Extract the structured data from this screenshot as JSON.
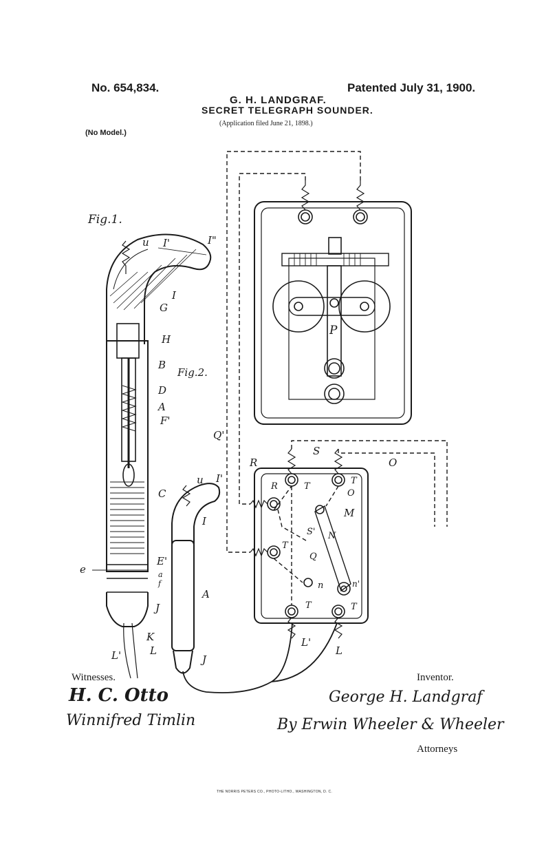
{
  "header": {
    "patent_number": "No. 654,834.",
    "patent_date": "Patented July 31, 1900.",
    "inventor": "G. H. LANDGRAF.",
    "title": "SECRET TELEGRAPH SOUNDER.",
    "application": "(Application filed June 21, 1898.)",
    "model": "(No Model.)"
  },
  "figure_labels": {
    "fig1": "Fig.1.",
    "fig2": "Fig.2.",
    "u": "u",
    "I1": "I'",
    "I2": "I\"",
    "I": "I",
    "G": "G",
    "H": "H",
    "B": "B",
    "D": "D",
    "A": "A",
    "F1": "F'",
    "C": "C",
    "E1": "E'",
    "e": "e",
    "a": "a",
    "f": "f",
    "J": "J",
    "K": "K",
    "L": "L",
    "L1": "L'",
    "Q1": "Q'",
    "R": "R",
    "S": "S",
    "S1": "S'",
    "O": "O",
    "T": "T",
    "M": "M",
    "N": "N",
    "Q": "Q",
    "n": "n",
    "n1": "n'",
    "P": "P"
  },
  "footer": {
    "witnesses_label": "Witnesses.",
    "inventor_label": "Inventor.",
    "attorneys_label": "Attorneys",
    "witness_1": "H. C. Otto",
    "witness_2": "Winnifred Timlin",
    "inventor_signature": "George H. Landgraf",
    "attorney_signature": "By Erwin Wheeler & Wheeler",
    "imprint": "THE NORRIS PETERS CO., PHOTO-LITHO., WASHINGTON, D. C."
  }
}
